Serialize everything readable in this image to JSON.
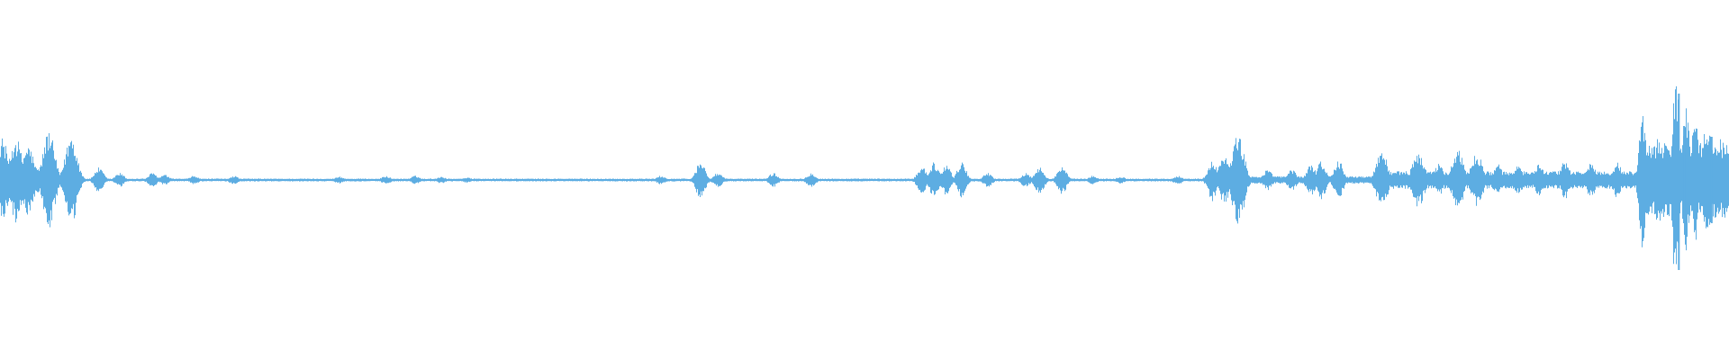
{
  "waveform": {
    "color": "#5dade2",
    "background": "#ffffff",
    "segments": [
      {
        "start": 0.0,
        "end": 0.003,
        "amp": 0.12
      },
      {
        "start": 0.0,
        "end": 0.03,
        "amp": 0.1,
        "bursts": [
          [
            0.001,
            0.12
          ],
          [
            0.009,
            0.12
          ],
          [
            0.016,
            0.1
          ],
          [
            0.024,
            0.12
          ],
          [
            0.031,
            0.15
          ],
          [
            0.042,
            0.12
          ],
          [
            0.056,
            0.04
          ],
          [
            0.069,
            0.02
          ]
        ]
      },
      {
        "start": 0.07,
        "end": 0.53,
        "amp": 0.005
      },
      {
        "start": 0.53,
        "end": 0.7,
        "amp": 0.006
      },
      {
        "start": 0.7,
        "end": 0.8,
        "amp": 0.03
      },
      {
        "start": 0.8,
        "end": 0.95,
        "amp": 0.07
      },
      {
        "start": 0.95,
        "end": 1.0,
        "amp": 0.3
      }
    ],
    "bursts": [
      [
        0.001,
        0.12
      ],
      [
        0.009,
        0.12
      ],
      [
        0.016,
        0.1
      ],
      [
        0.028,
        0.14
      ],
      [
        0.041,
        0.13
      ],
      [
        0.057,
        0.035
      ],
      [
        0.069,
        0.02
      ],
      [
        0.088,
        0.02
      ],
      [
        0.095,
        0.015
      ],
      [
        0.112,
        0.012
      ],
      [
        0.135,
        0.012
      ],
      [
        0.196,
        0.01
      ],
      [
        0.223,
        0.012
      ],
      [
        0.24,
        0.012
      ],
      [
        0.255,
        0.01
      ],
      [
        0.27,
        0.008
      ],
      [
        0.382,
        0.012
      ],
      [
        0.405,
        0.055
      ],
      [
        0.415,
        0.02
      ],
      [
        0.447,
        0.02
      ],
      [
        0.469,
        0.02
      ],
      [
        0.533,
        0.04
      ],
      [
        0.54,
        0.05
      ],
      [
        0.547,
        0.045
      ],
      [
        0.556,
        0.05
      ],
      [
        0.571,
        0.02
      ],
      [
        0.593,
        0.02
      ],
      [
        0.601,
        0.04
      ],
      [
        0.614,
        0.04
      ],
      [
        0.632,
        0.012
      ],
      [
        0.648,
        0.01
      ],
      [
        0.681,
        0.012
      ],
      [
        0.701,
        0.06
      ],
      [
        0.708,
        0.065
      ],
      [
        0.716,
        0.13
      ],
      [
        0.733,
        0.03
      ],
      [
        0.747,
        0.03
      ],
      [
        0.758,
        0.045
      ],
      [
        0.764,
        0.055
      ],
      [
        0.774,
        0.055
      ],
      [
        0.799,
        0.08
      ],
      [
        0.82,
        0.08
      ],
      [
        0.832,
        0.045
      ],
      [
        0.843,
        0.085
      ],
      [
        0.854,
        0.075
      ],
      [
        0.866,
        0.045
      ],
      [
        0.878,
        0.04
      ],
      [
        0.89,
        0.05
      ],
      [
        0.905,
        0.055
      ],
      [
        0.92,
        0.05
      ],
      [
        0.935,
        0.05
      ],
      [
        0.95,
        0.2
      ],
      [
        0.959,
        0.12
      ],
      [
        0.969,
        0.3
      ],
      [
        0.975,
        0.2
      ],
      [
        0.98,
        0.18
      ],
      [
        0.987,
        0.15
      ],
      [
        0.994,
        0.12
      ]
    ]
  }
}
